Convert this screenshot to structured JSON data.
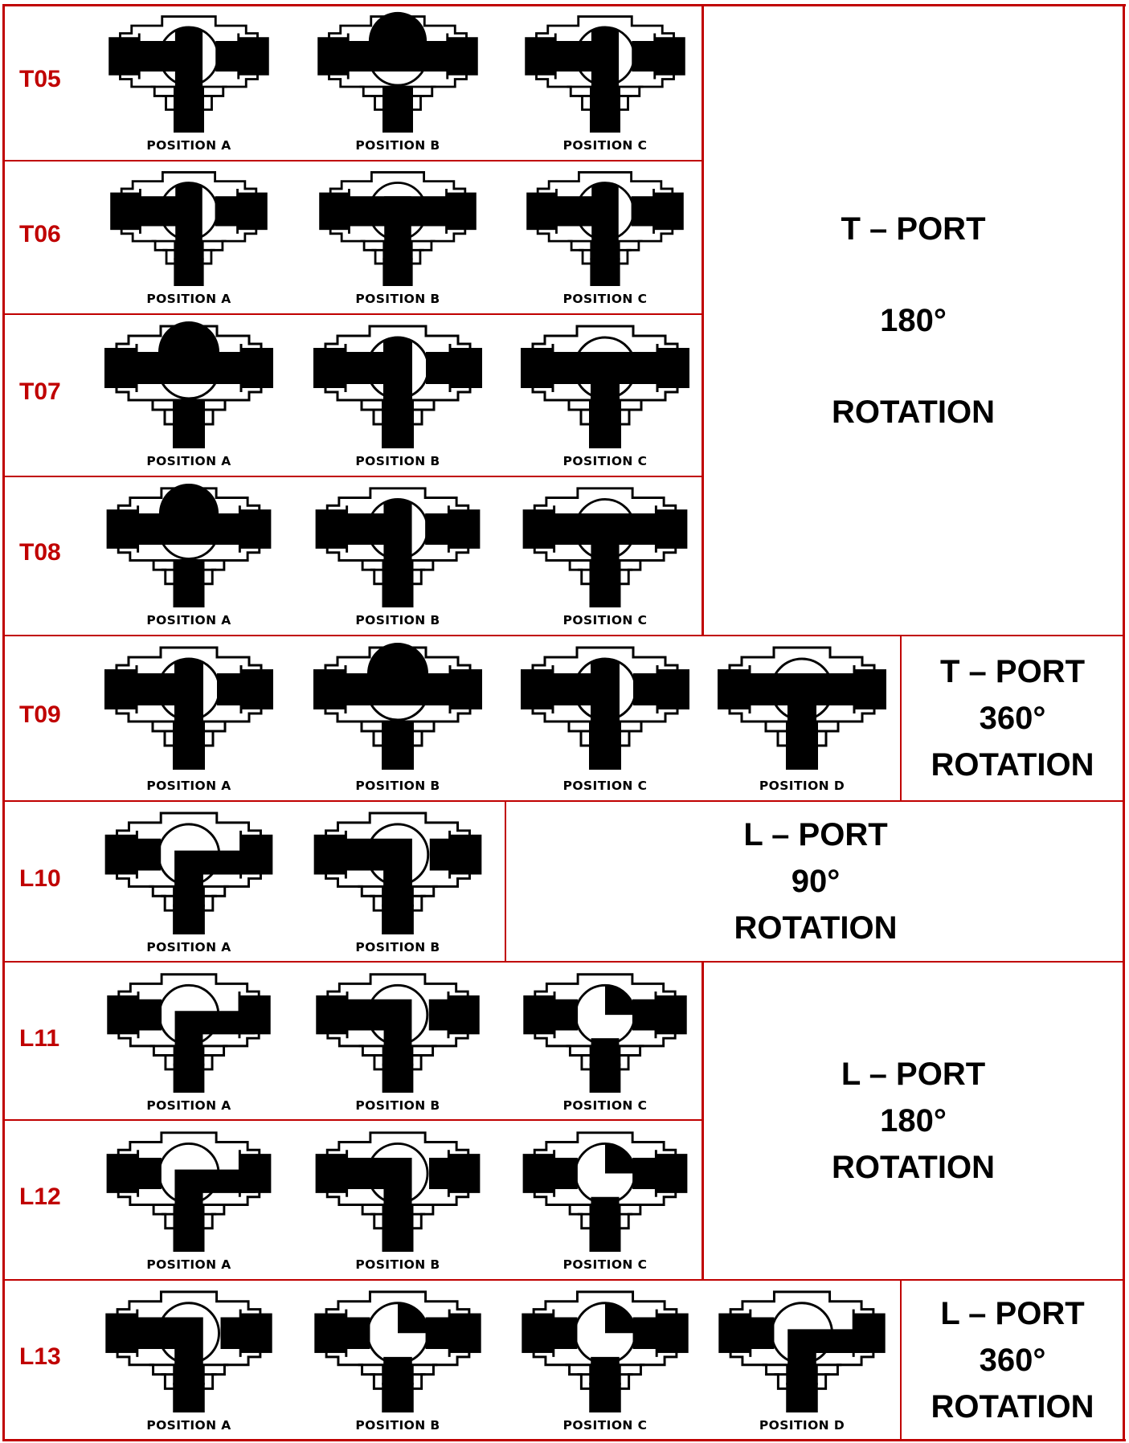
{
  "colors": {
    "border": "#c00000",
    "code": "#c00000",
    "text": "#000000",
    "fill": "#000000"
  },
  "rows": [
    {
      "code": "T05",
      "positions": [
        {
          "label": "POSITION A",
          "flow": "T-left-down"
        },
        {
          "label": "POSITION B",
          "flow": "straight"
        },
        {
          "label": "POSITION C",
          "flow": "T-left-down"
        }
      ]
    },
    {
      "code": "T06",
      "positions": [
        {
          "label": "POSITION A",
          "flow": "T-left-down"
        },
        {
          "label": "POSITION B",
          "flow": "T-full"
        },
        {
          "label": "POSITION C",
          "flow": "T-left-down"
        }
      ]
    },
    {
      "code": "T07",
      "positions": [
        {
          "label": "POSITION A",
          "flow": "straight"
        },
        {
          "label": "POSITION B",
          "flow": "T-left-down"
        },
        {
          "label": "POSITION C",
          "flow": "T-full"
        }
      ]
    },
    {
      "code": "T08",
      "positions": [
        {
          "label": "POSITION A",
          "flow": "straight"
        },
        {
          "label": "POSITION B",
          "flow": "T-left-down"
        },
        {
          "label": "POSITION C",
          "flow": "T-full"
        }
      ]
    },
    {
      "code": "T09",
      "positions": [
        {
          "label": "POSITION A",
          "flow": "T-left-down"
        },
        {
          "label": "POSITION B",
          "flow": "straight"
        },
        {
          "label": "POSITION C",
          "flow": "T-left-down"
        },
        {
          "label": "POSITION D",
          "flow": "T-full"
        }
      ]
    },
    {
      "code": "L10",
      "positions": [
        {
          "label": "POSITION A",
          "flow": "L-right-down"
        },
        {
          "label": "POSITION B",
          "flow": "L-left-down"
        }
      ]
    },
    {
      "code": "L11",
      "positions": [
        {
          "label": "POSITION A",
          "flow": "L-right-down"
        },
        {
          "label": "POSITION B",
          "flow": "L-left-down"
        },
        {
          "label": "POSITION C",
          "flow": "L-left-right"
        }
      ]
    },
    {
      "code": "L12",
      "positions": [
        {
          "label": "POSITION A",
          "flow": "L-right-down"
        },
        {
          "label": "POSITION B",
          "flow": "L-left-down"
        },
        {
          "label": "POSITION C",
          "flow": "L-left-right"
        }
      ]
    },
    {
      "code": "L13",
      "positions": [
        {
          "label": "POSITION A",
          "flow": "L-left-down"
        },
        {
          "label": "POSITION B",
          "flow": "L-left-right"
        },
        {
          "label": "POSITION C",
          "flow": "L-left-right"
        },
        {
          "label": "POSITION D",
          "flow": "L-right-down"
        }
      ]
    }
  ],
  "groups": [
    {
      "lines": [
        "T – PORT",
        "180°",
        "ROTATION"
      ]
    },
    {
      "lines": [
        "T – PORT",
        "360°",
        "ROTATION"
      ]
    },
    {
      "lines": [
        "L – PORT",
        "90°",
        "ROTATION"
      ]
    },
    {
      "lines": [
        "L – PORT",
        "180°",
        "ROTATION"
      ]
    },
    {
      "lines": [
        "L – PORT",
        "360°",
        "ROTATION"
      ]
    }
  ]
}
